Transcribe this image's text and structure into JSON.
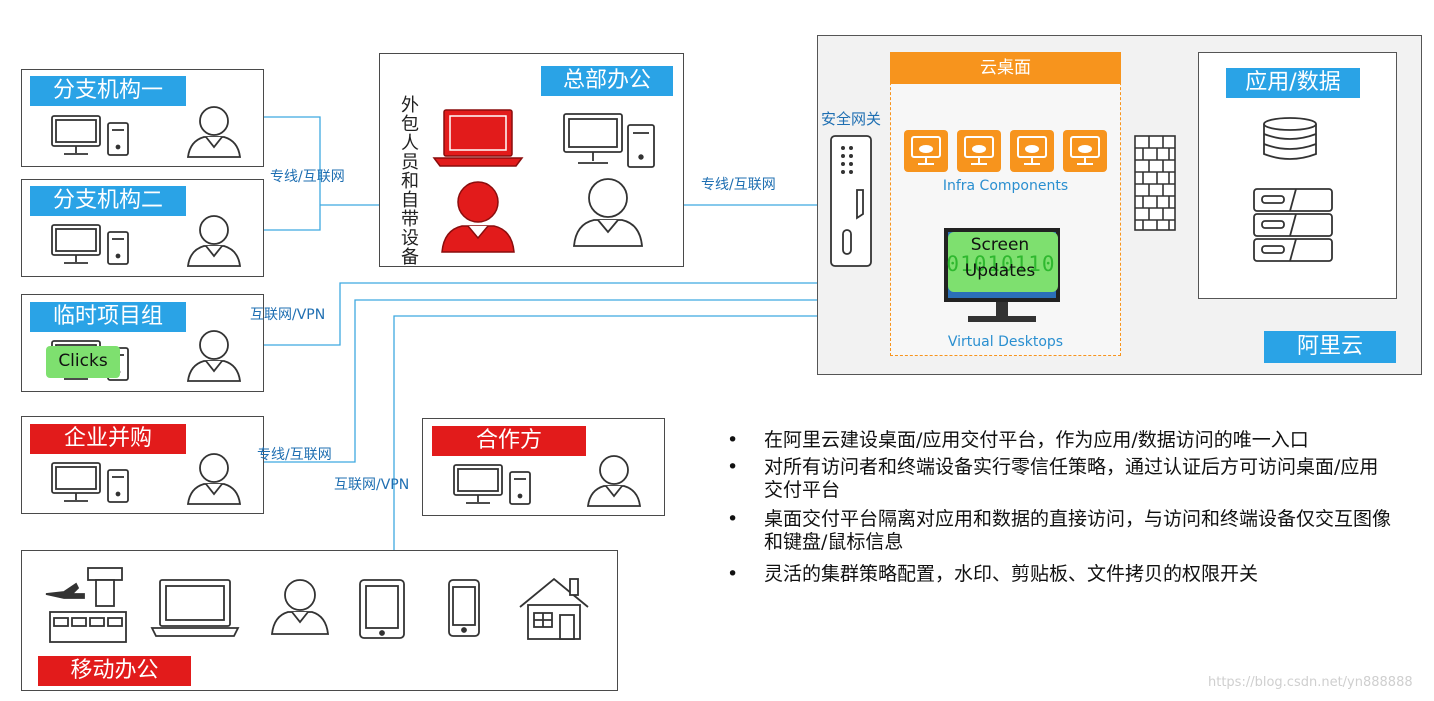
{
  "branches": {
    "branch1": "分支机构一",
    "branch2": "分支机构二",
    "temp_project": "临时项目组",
    "merger": "企业并购",
    "partner": "合作方",
    "mobile": "移动办公",
    "hq": "总部办公"
  },
  "hq_vertical_text": [
    "外",
    "包",
    "人",
    "员",
    "和",
    "自",
    "带",
    "设",
    "备"
  ],
  "links": {
    "dedicated_internet_1": "专线/互联网",
    "dedicated_internet_2": "专线/互联网",
    "internet_vpn_1": "互联网/VPN",
    "dedicated_internet_3": "专线/互联网",
    "internet_vpn_2": "互联网/VPN"
  },
  "cloud": {
    "security_gateway": "安全网关",
    "cloud_desktop": "云桌面",
    "infra_components": "Infra Components",
    "virtual_desktops": "Virtual Desktops",
    "screen_line1": "Screen",
    "screen_line2": "Updates",
    "binary": "01010110",
    "app_data": "应用/数据",
    "aliyun": "阿里云"
  },
  "clicks": "Clicks",
  "bullets": [
    "在阿里云建设桌面/应用交付平台，作为应用/数据访问的唯一入口",
    "对所有访问者和终端设备实行零信任策略，通过认证后方可访问桌面/应用交付平台",
    "桌面交付平台隔离对应用和数据的直接访问，与访问和终端设备仅交互图像和键盘/鼠标信息",
    "灵活的集群策略配置，水印、剪贴板、文件拷贝的权限开关"
  ],
  "bullet_marker": "•",
  "watermark": "https://blog.csdn.net/yn888888",
  "colors": {
    "label_blue": "#2aa3e6",
    "label_red": "#e21b1b",
    "cloud_orange": "#f7941d",
    "line_blue": "#3fa9e0",
    "screen_green": "#7ee06f"
  }
}
